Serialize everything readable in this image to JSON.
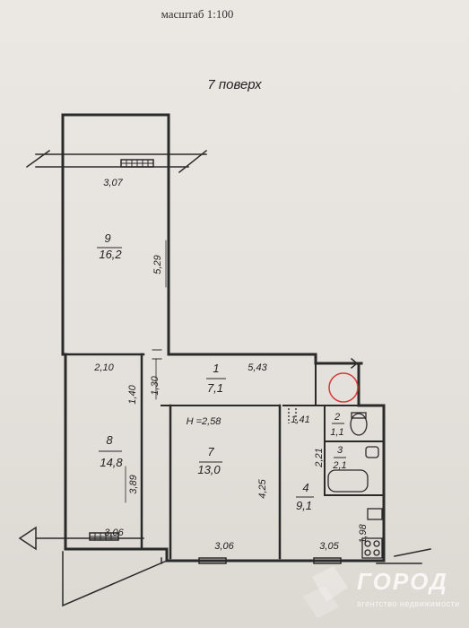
{
  "header": {
    "scale": "масштаб 1:100",
    "floor": "7 поверх"
  },
  "rooms": [
    {
      "number": "9",
      "area": "16,2"
    },
    {
      "number": "8",
      "area": "14,8"
    },
    {
      "number": "1",
      "area": "7,1"
    },
    {
      "number": "7",
      "area": "13,0"
    },
    {
      "number": "4",
      "area": "9,1"
    },
    {
      "number": "2",
      "area": "1,1"
    },
    {
      "number": "3",
      "area": "2,1"
    }
  ],
  "ceiling_height": "H =2,58",
  "dimensions": {
    "top_balcony_width": "3,07",
    "room9_depth": "5,29",
    "room8_width": "2,10",
    "room8_upper": "1,40",
    "hall_depth": "1,30",
    "hall_length": "5,43",
    "room8_depth": "3,89",
    "room7_depth": "4,25",
    "wc_width": "1,41",
    "bath_depth": "2,21",
    "kitchen_side": "1,98",
    "bottom_balcony_width": "3,06",
    "room7_width": "3,06",
    "kitchen_width": "3,05"
  },
  "watermark": {
    "name": "ГОРОД",
    "tagline": "агентство недвижимости"
  },
  "colors": {
    "ink": "#2a2a2a",
    "marker": "#d23a3a",
    "paper": "#e7e4df"
  }
}
